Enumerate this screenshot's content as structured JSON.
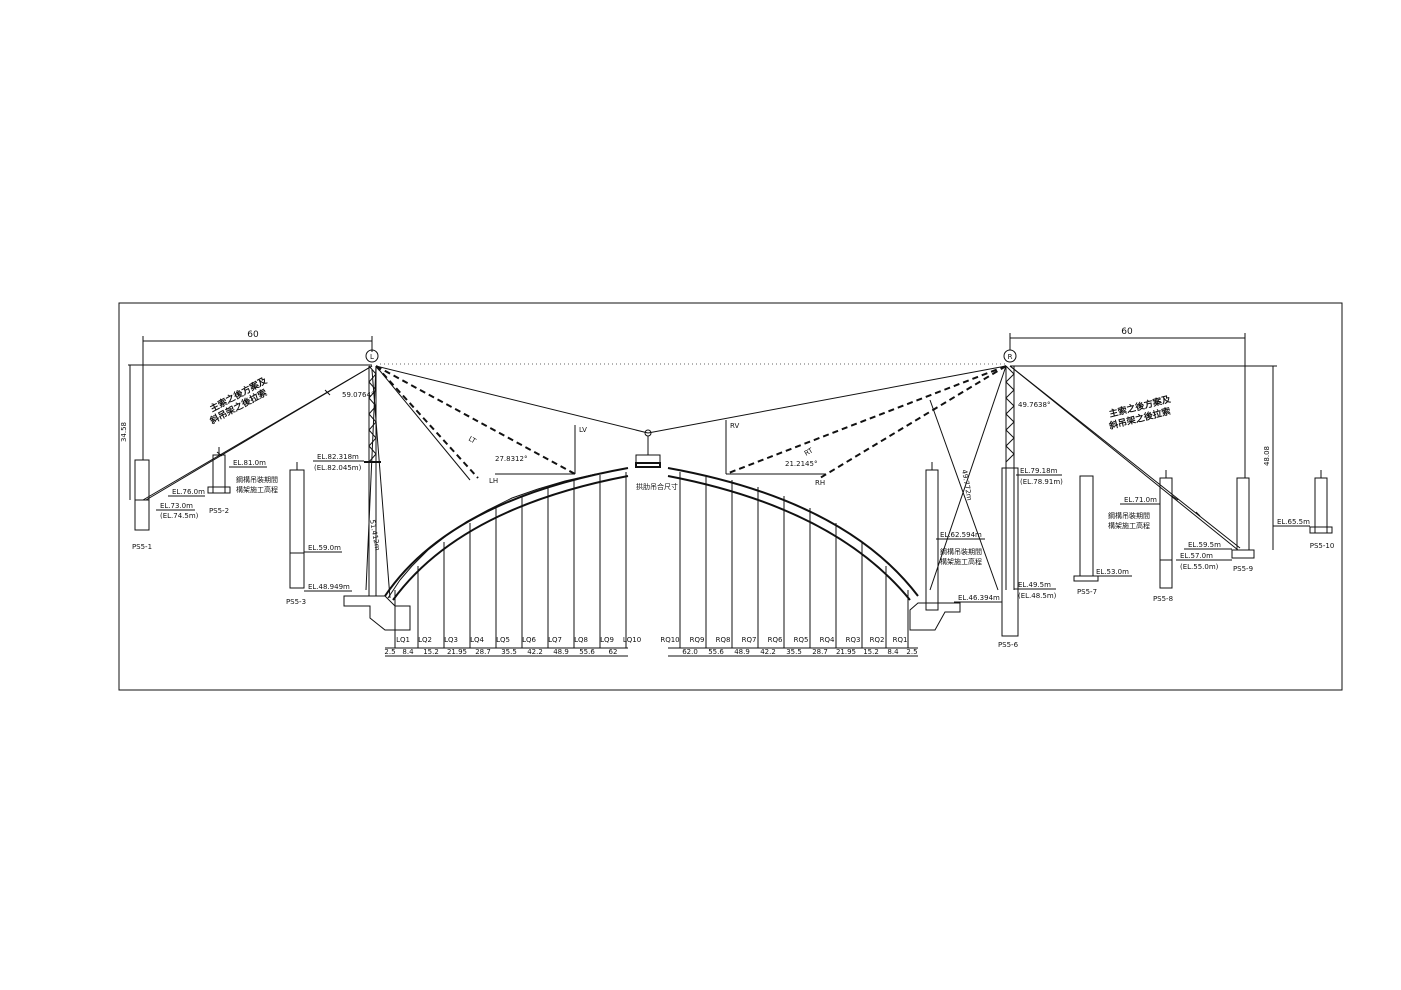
{
  "diagram": {
    "tower_left_label": "L",
    "tower_right_label": "R",
    "span_left": "60",
    "span_right": "60",
    "height_left": "34.58",
    "height_right": "48.08",
    "angle_backstay_left": "59.0764°",
    "angle_backstay_right": "49.7638°",
    "angle_left": "27.8312°",
    "angle_right": "21.2145°",
    "len_left": "51.412m",
    "len_right": "49.772m",
    "cable_left": "LT",
    "cable_right": "RT",
    "lv": "LV",
    "rv": "RV",
    "lh": "LH",
    "rh": "RH",
    "closure_label": "拱肋吊合尺寸",
    "note_backstay_left": [
      "主索之後方案及",
      "斜吊架之後拉索"
    ],
    "note_backstay_right": [
      "主索之後方案及",
      "斜吊架之後拉索"
    ],
    "note_winch_left": [
      "鋼構吊裝期間",
      "構架施工高程"
    ],
    "note_winch_mid": [
      "鋼構吊裝期間",
      "構架施工高程"
    ],
    "note_winch_right": [
      "鋼構吊裝期間",
      "構架施工高程"
    ],
    "elevations": {
      "el_81": "EL.81.0m",
      "el_76": "EL.76.0m",
      "el_73": "EL.73.0m",
      "el_745": "(EL.74.5m)",
      "el_82318": "EL.82.318m",
      "el_82045": "(EL.82.045m)",
      "el_59": "EL.59.0m",
      "el_48949": "EL.48.949m",
      "el_7918": "EL.79.18m",
      "el_7891": "(EL.78.91m)",
      "el_62594": "EL.62.594m",
      "el_46394": "EL.46.394m",
      "el_495": "EL.49.5m",
      "el_485": "(EL.48.5m)",
      "el_53": "EL.53.0m",
      "el_71": "EL.71.0m",
      "el_595": "EL.59.5m",
      "el_57": "EL.57.0m",
      "el_55": "(EL.55.0m)",
      "el_655": "EL.65.5m"
    },
    "piers": [
      "PS5-1",
      "PS5-2",
      "PS5-3",
      "PS5-6",
      "PS5-7",
      "PS5-8",
      "PS5-9",
      "PS5-10"
    ],
    "left_segments": [
      "LQ1",
      "LQ2",
      "LQ3",
      "LQ4",
      "LQ5",
      "LQ6",
      "LQ7",
      "LQ8",
      "LQ9",
      "LQ10"
    ],
    "left_dims": [
      "2.5",
      "8.4",
      "15.2",
      "21.95",
      "28.7",
      "35.5",
      "42.2",
      "48.9",
      "55.6",
      "62"
    ],
    "right_segments": [
      "RQ10",
      "RQ9",
      "RQ8",
      "RQ7",
      "RQ6",
      "RQ5",
      "RQ4",
      "RQ3",
      "RQ2",
      "RQ1"
    ],
    "right_dims": [
      "62.0",
      "55.6",
      "48.9",
      "42.2",
      "35.5",
      "28.7",
      "21.95",
      "15.2",
      "8.4",
      "2.5"
    ]
  }
}
